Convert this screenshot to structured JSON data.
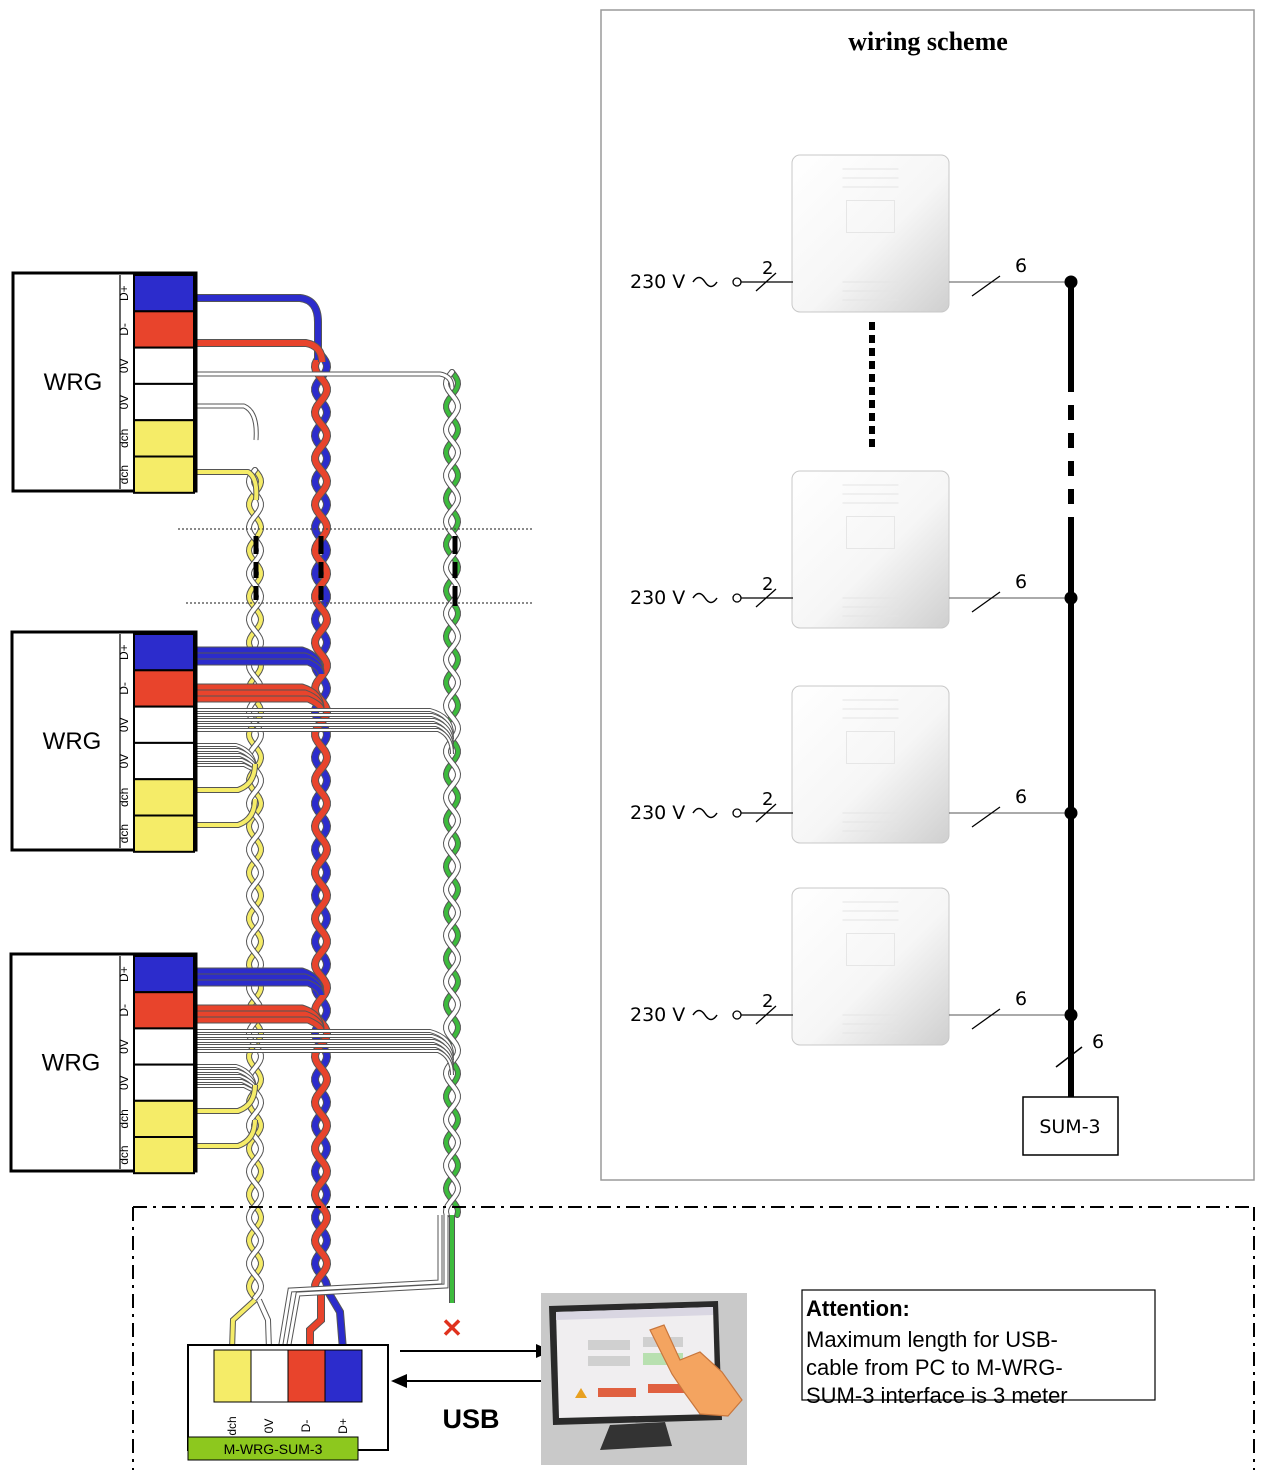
{
  "scheme": {
    "title": "wiring scheme",
    "supply_label": "230 V",
    "supply_wire_count": "2",
    "bus_tap_count": "6",
    "bus_to_sum_count": "6",
    "sum_box_label": "SUM-3"
  },
  "wiring": {
    "unit_label": "WRG",
    "terminals": [
      "D+",
      "D-",
      "0V",
      "0V",
      "dch",
      "dch"
    ],
    "interface_terminals": [
      "dch",
      "0V",
      "D-",
      "D+"
    ],
    "interface_label": "M-WRG-SUM-3",
    "usb_label": "USB"
  },
  "attention": {
    "heading": "Attention:",
    "lines": [
      "Maximum length for USB-",
      "cable from PC to M-WRG-",
      "SUM-3 interface is 3 meter"
    ]
  },
  "colors": {
    "d_plus": "#2c2ccc",
    "d_minus": "#e8442c",
    "zero_v": "#ffffff",
    "dch": "#f5ec68",
    "shield": "#3dbb3d",
    "interface_label_bg": "#8dc81e",
    "x_mark": "#e0321e"
  },
  "icons": {
    "touch": "touchscreen-monitor-icon",
    "cut": "x-mark-icon"
  }
}
